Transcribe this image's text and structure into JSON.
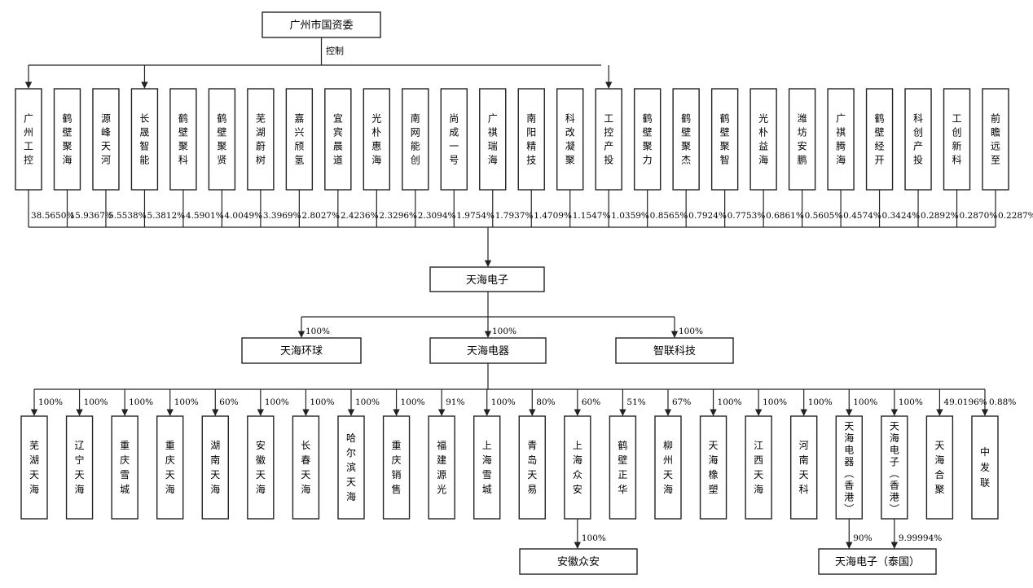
{
  "root": {
    "label": "广州市国资委"
  },
  "control_label": "控制",
  "shareholders": [
    {
      "name": "广州工控",
      "pct": "38.5650%",
      "arrow": true
    },
    {
      "name": "鹤壁聚海",
      "pct": "15.9367%",
      "arrow": false
    },
    {
      "name": "源峰天河",
      "pct": "5.5538%",
      "arrow": false
    },
    {
      "name": "长晟智能",
      "pct": "5.3812%",
      "arrow": true
    },
    {
      "name": "鹤壁聚科",
      "pct": "4.5901%",
      "arrow": false
    },
    {
      "name": "鹤壁聚贤",
      "pct": "4.0049%",
      "arrow": false
    },
    {
      "name": "芜湖蔚树",
      "pct": "3.3969%",
      "arrow": false
    },
    {
      "name": "嘉兴颀氢",
      "pct": "2.8027%",
      "arrow": false
    },
    {
      "name": "宜宾晨道",
      "pct": "2.4236%",
      "arrow": false
    },
    {
      "name": "光朴惠海",
      "pct": "2.3296%",
      "arrow": false
    },
    {
      "name": "南网能创",
      "pct": "2.3094%",
      "arrow": false
    },
    {
      "name": "尚成一号",
      "pct": "1.9754%",
      "arrow": false
    },
    {
      "name": "广祺瑞海",
      "pct": "1.7937%",
      "arrow": false
    },
    {
      "name": "南阳精技",
      "pct": "1.4709%",
      "arrow": false
    },
    {
      "name": "科改凝聚",
      "pct": "1.1547%",
      "arrow": false
    },
    {
      "name": "工控产投",
      "pct": "1.0359%",
      "arrow": true
    },
    {
      "name": "鹤壁聚力",
      "pct": "0.8565%",
      "arrow": false
    },
    {
      "name": "鹤壁聚杰",
      "pct": "0.7924%",
      "arrow": false
    },
    {
      "name": "鹤壁聚智",
      "pct": "0.7753%",
      "arrow": false
    },
    {
      "name": "光朴益海",
      "pct": "0.6861%",
      "arrow": false
    },
    {
      "name": "潍坊安鹏",
      "pct": "0.5605%",
      "arrow": false
    },
    {
      "name": "广祺腾海",
      "pct": "0.4574%",
      "arrow": false
    },
    {
      "name": "鹤壁经开",
      "pct": "0.3424%",
      "arrow": false
    },
    {
      "name": "科创产投",
      "pct": "0.2892%",
      "arrow": false
    },
    {
      "name": "工创新科",
      "pct": "0.2870%",
      "arrow": false
    },
    {
      "name": "前瞻远至",
      "pct": "0.2287%",
      "arrow": false
    }
  ],
  "company": {
    "label": "天海电子"
  },
  "level2": [
    {
      "name": "天海环球",
      "pct": "100%"
    },
    {
      "name": "天海电器",
      "pct": "100%"
    },
    {
      "name": "智联科技",
      "pct": "100%"
    }
  ],
  "subsidiaries": [
    {
      "name": "芜湖天海",
      "pct": "100%"
    },
    {
      "name": "辽宁天海",
      "pct": "100%"
    },
    {
      "name": "重庆雪城",
      "pct": "100%"
    },
    {
      "name": "重庆天海",
      "pct": "100%"
    },
    {
      "name": "湖南天海",
      "pct": "60%"
    },
    {
      "name": "安徽天海",
      "pct": "100%"
    },
    {
      "name": "长春天海",
      "pct": "100%"
    },
    {
      "name": "哈尔滨天海",
      "pct": "100%"
    },
    {
      "name": "重庆销售",
      "pct": "100%"
    },
    {
      "name": "福建源光",
      "pct": "91%"
    },
    {
      "name": "上海雪城",
      "pct": "100%"
    },
    {
      "name": "青岛天易",
      "pct": "80%"
    },
    {
      "name": "上海众安",
      "pct": "60%"
    },
    {
      "name": "鹤壁正华",
      "pct": "51%"
    },
    {
      "name": "柳州天海",
      "pct": "67%"
    },
    {
      "name": "天海橡塑",
      "pct": "100%"
    },
    {
      "name": "江西天海",
      "pct": "100%"
    },
    {
      "name": "河南天科",
      "pct": "100%"
    },
    {
      "name": "天海电器（香港）",
      "pct": "100%"
    },
    {
      "name": "天海电子（香港）",
      "pct": "100%"
    },
    {
      "name": "天海合聚",
      "pct": "49.0196%"
    },
    {
      "name": "中发联",
      "pct": "0.88%"
    }
  ],
  "bottom": [
    {
      "name": "安徽众安",
      "pct": "100%"
    },
    {
      "name": "天海电子（泰国）",
      "pct_left": "90%",
      "pct_right": "9.99994%"
    }
  ]
}
